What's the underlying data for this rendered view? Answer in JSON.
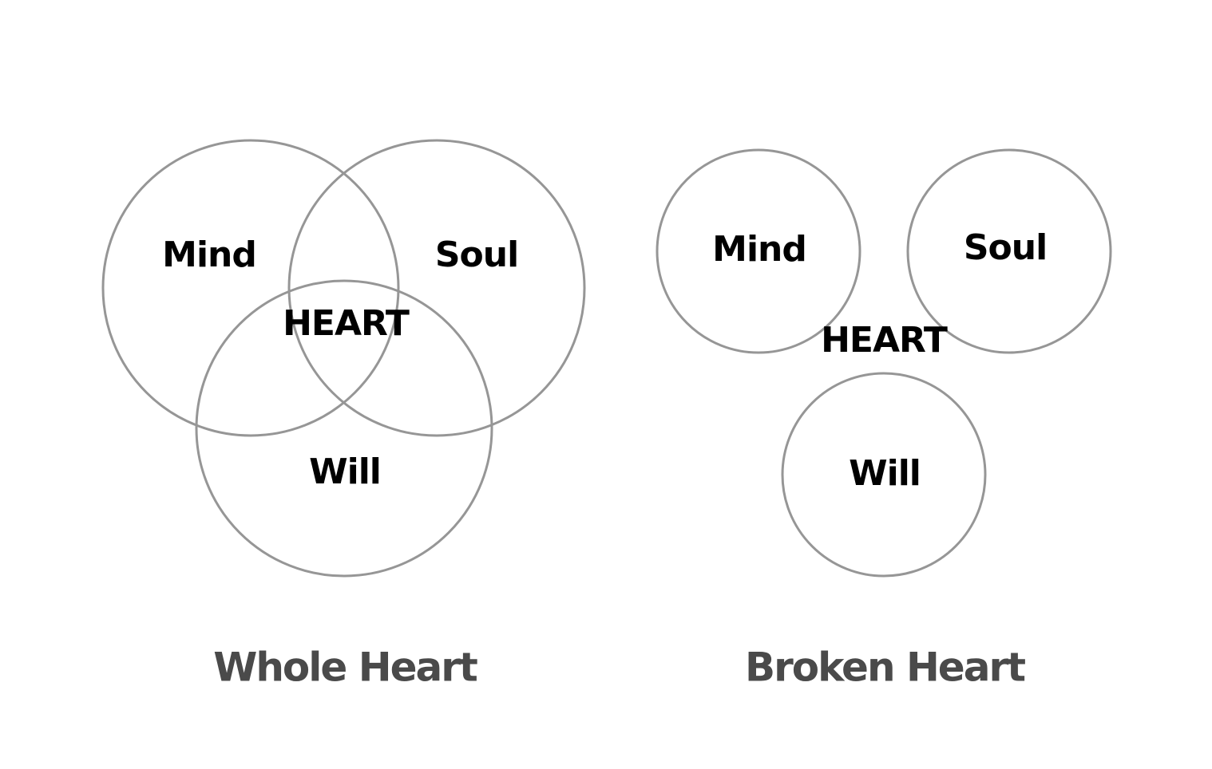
{
  "whole": {
    "mind": "Mind",
    "soul": "Soul",
    "will": "Will",
    "heart": "HEART",
    "caption": "Whole Heart"
  },
  "broken": {
    "mind": "Mind",
    "soul": "Soul",
    "will": "Will",
    "heart": "HEART",
    "caption": "Broken Heart"
  },
  "colors": {
    "ring": "#969696",
    "label": "#000000",
    "caption": "#4a4a4a"
  }
}
